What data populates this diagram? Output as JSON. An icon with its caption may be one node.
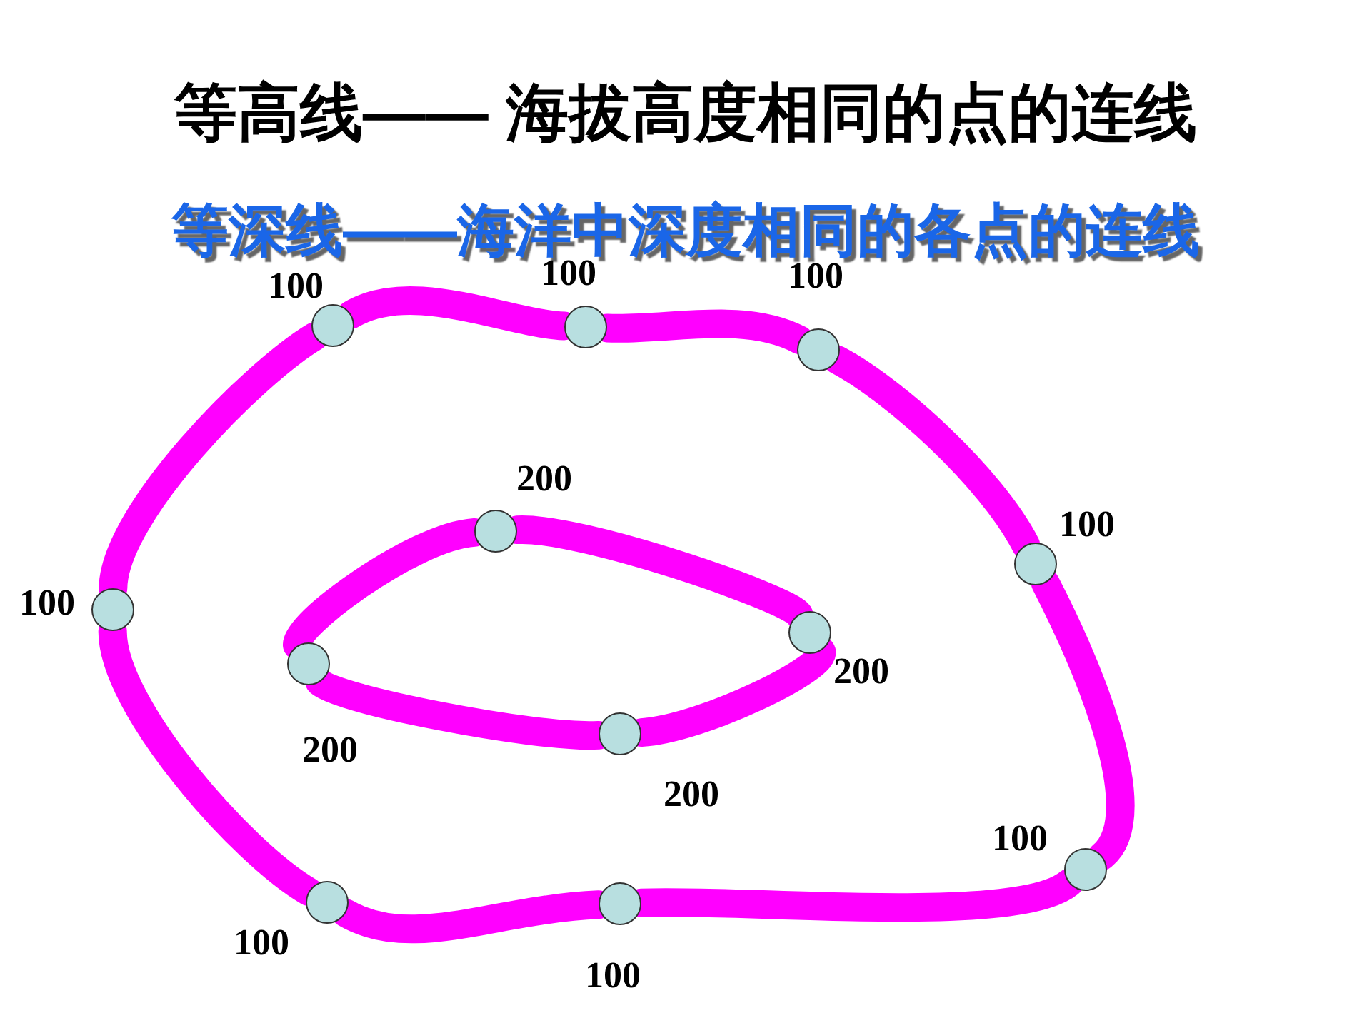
{
  "diagram": {
    "title": "等高线—— 海拔高度相同的点的连线",
    "nodes": [
      {
        "text": [],
        "shape": "circle",
        "beside": [
          "100"
        ]
      },
      {
        "text": [],
        "shape": "circle",
        "beside": [
          "100"
        ]
      },
      {
        "text": [],
        "shape": "circle",
        "beside": [
          "100"
        ]
      },
      {
        "text": [],
        "shape": "circle",
        "beside": [
          "100"
        ]
      },
      {
        "text": [],
        "shape": "circle",
        "beside": [
          "100"
        ]
      },
      {
        "text": [],
        "shape": "circle",
        "beside": [
          "100"
        ]
      },
      {
        "text": [],
        "shape": "circle",
        "beside": [
          "100"
        ]
      },
      {
        "text": [],
        "shape": "circle",
        "beside": [
          "100"
        ]
      },
      {
        "text": [],
        "shape": "circle",
        "beside": [
          "200"
        ]
      },
      {
        "text": [],
        "shape": "circle",
        "beside": [
          "200"
        ]
      },
      {
        "text": [],
        "shape": "circle",
        "beside": [
          "200"
        ]
      },
      {
        "text": [],
        "shape": "circle",
        "beside": [
          "200"
        ]
      }
    ],
    "edges": [
      {
        "from": 0,
        "to": 1,
        "arrow": "none"
      },
      {
        "from": 1,
        "to": 2,
        "arrow": "none"
      },
      {
        "from": 2,
        "to": 3,
        "arrow": "none"
      },
      {
        "from": 3,
        "to": 4,
        "arrow": "none"
      },
      {
        "from": 4,
        "to": 5,
        "arrow": "none"
      },
      {
        "from": 5,
        "to": 6,
        "arrow": "none"
      },
      {
        "from": 6,
        "to": 7,
        "arrow": "none"
      },
      {
        "from": 7,
        "to": 0,
        "arrow": "none"
      },
      {
        "from": 8,
        "to": 9,
        "arrow": "none"
      },
      {
        "from": 9,
        "to": 10,
        "arrow": "none"
      },
      {
        "from": 10,
        "to": 11,
        "arrow": "none"
      },
      {
        "from": 11,
        "to": 8,
        "arrow": "none"
      }
    ],
    "labels": [
      "等深线——海洋中深度相同的各点的连线"
    ]
  }
}
